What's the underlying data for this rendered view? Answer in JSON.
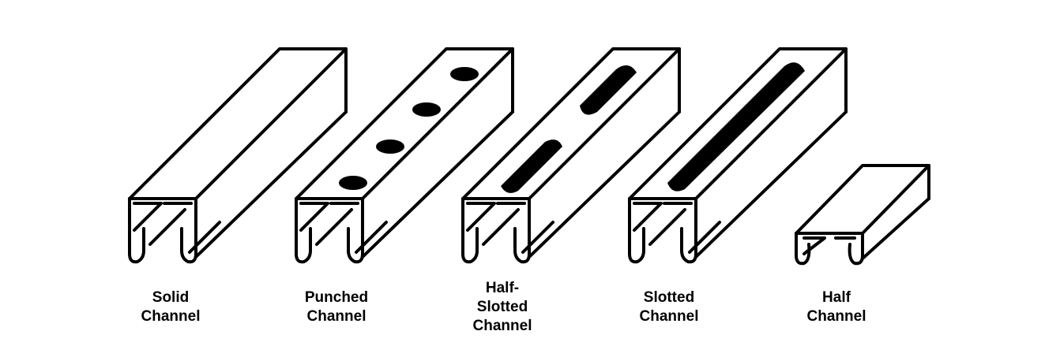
{
  "colors": {
    "stroke": "#000000",
    "background": "#ffffff"
  },
  "channels": [
    {
      "id": "solid",
      "label_lines": [
        "Solid",
        "Channel"
      ],
      "holes": "none"
    },
    {
      "id": "punched",
      "label_lines": [
        "Punched",
        "Channel"
      ],
      "holes": "round"
    },
    {
      "id": "half-slotted",
      "label_lines": [
        "Half-",
        "Slotted",
        "Channel"
      ],
      "holes": "half-slots"
    },
    {
      "id": "slotted",
      "label_lines": [
        "Slotted",
        "Channel"
      ],
      "holes": "slot"
    },
    {
      "id": "half",
      "label_lines": [
        "Half",
        "Channel"
      ],
      "holes": "none"
    }
  ]
}
